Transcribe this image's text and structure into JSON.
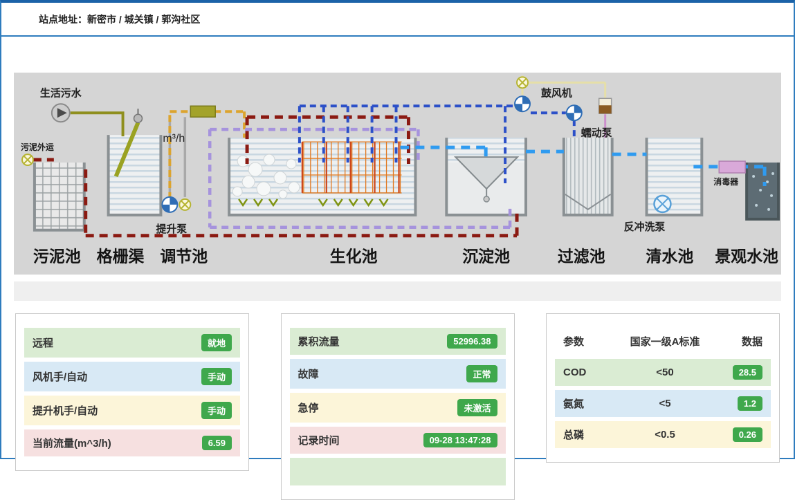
{
  "header": {
    "site_label": "站点地址：新密市 / 城关镇 / 郭沟社区"
  },
  "diagram": {
    "labels": {
      "inflow": "生活污水",
      "sludge_out": "污泥外运",
      "flow_unit": "m³/h",
      "lift_pump": "提升泵",
      "blower": "鼓风机",
      "peristaltic_pump": "蠕动泵",
      "backwash_pump": "反冲洗泵",
      "sterilizer": "消毒器"
    },
    "tanks": [
      "污泥池",
      "格栅渠",
      "调节池",
      "生化池",
      "沉淀池",
      "过滤池",
      "清水池",
      "景观水池"
    ]
  },
  "panels": {
    "control": {
      "rows": [
        {
          "label": "远程",
          "value": "就地"
        },
        {
          "label": "风机手/自动",
          "value": "手动"
        },
        {
          "label": "提升机手/自动",
          "value": "手动"
        },
        {
          "label": "当前流量(m^3/h)",
          "value": "6.59"
        }
      ]
    },
    "status": {
      "rows": [
        {
          "label": "累积流量",
          "value": "52996.38"
        },
        {
          "label": "故障",
          "value": "正常"
        },
        {
          "label": "急停",
          "value": "未激活"
        },
        {
          "label": "记录时间",
          "value": "09-28 13:47:28"
        }
      ]
    },
    "quality": {
      "headers": [
        "参数",
        "国家一级A标准",
        "数据"
      ],
      "rows": [
        {
          "param": "COD",
          "standard": "<50",
          "value": "28.5"
        },
        {
          "param": "氨氮",
          "standard": "<5",
          "value": "1.2"
        },
        {
          "param": "总磷",
          "standard": "<0.5",
          "value": "0.26"
        }
      ]
    }
  },
  "colors": {
    "badge_green": "#3fa84c",
    "frame_blue": "#2e7cbe"
  }
}
